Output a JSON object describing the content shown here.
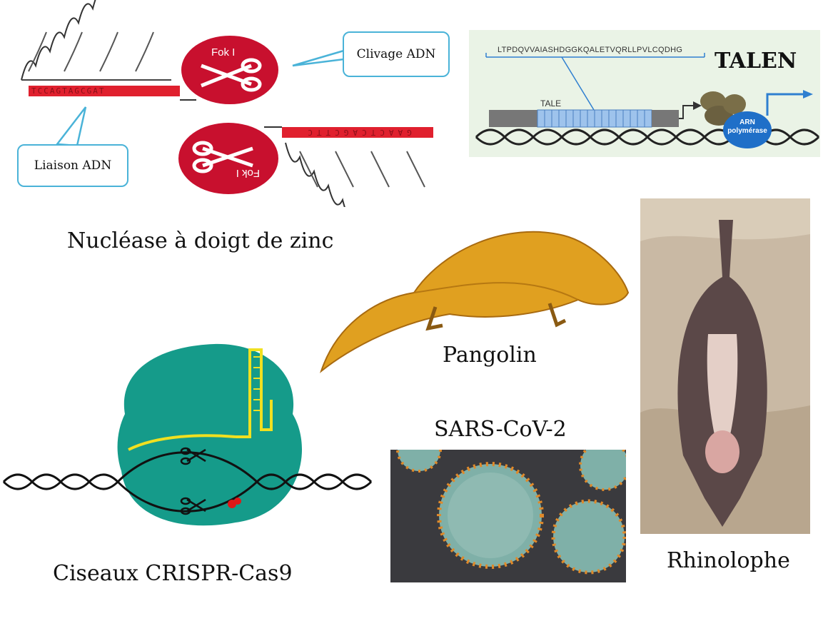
{
  "zfn": {
    "caption": "Nucléase à doigt de zinc",
    "enzyme_label_top": "Fok I",
    "enzyme_label_bottom": "Fok I",
    "sequence_top": "TCCAGTAGCGAT",
    "sequence_bottom": "GAACTCAGCTTC",
    "bubble_cleavage": "Clivage ADN",
    "bubble_binding": "Liaison ADN",
    "colors": {
      "enzyme": "#c8102e",
      "strand": "#e0202e",
      "bubble_border": "#4ab3d8"
    }
  },
  "talen": {
    "title": "TALEN",
    "sequence": "LTPDQVVAIASHDGGKQALETVQRLLPVLCQDHG",
    "highlight": "HD",
    "tale_label": "TALE",
    "polymerase_label_line1": "ARN",
    "polymerase_label_line2": "polymérase",
    "colors": {
      "panel_bg": "#eaf3e6",
      "repeats": "#9ec3ec",
      "polymerase": "#1f6fc8",
      "arrow": "#2f7fd0"
    }
  },
  "crispr": {
    "caption": "Ciseaux CRISPR-Cas9",
    "colors": {
      "protein": "#159b8a",
      "guide_rna": "#f0e020",
      "cut_mark": "#e01818"
    }
  },
  "pangolin": {
    "caption": "Pangolin",
    "colors": {
      "body": "#e0a020"
    }
  },
  "virus": {
    "caption": "SARS-CoV-2",
    "colors": {
      "bg": "#3a3a3e",
      "particle": "#7fb0a8",
      "spike": "#e08a2a"
    }
  },
  "bat": {
    "caption": "Rhinolophe",
    "colors": {
      "rock": "#c9b9a4",
      "wing": "#5b4848"
    }
  }
}
